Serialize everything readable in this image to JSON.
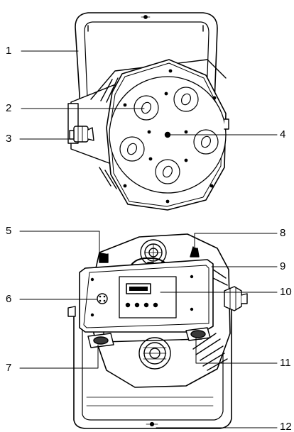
{
  "colors": {
    "ink": "#000000",
    "paper": "#ffffff",
    "shade": "#d9d9d9",
    "dark": "#3a3a3a"
  },
  "callouts": {
    "c1": "1",
    "c2": "2",
    "c3": "3",
    "c4": "4",
    "c5": "5",
    "c6": "6",
    "c7": "7",
    "c8": "8",
    "c9": "9",
    "c10": "10",
    "c11": "11",
    "c12": "12"
  }
}
